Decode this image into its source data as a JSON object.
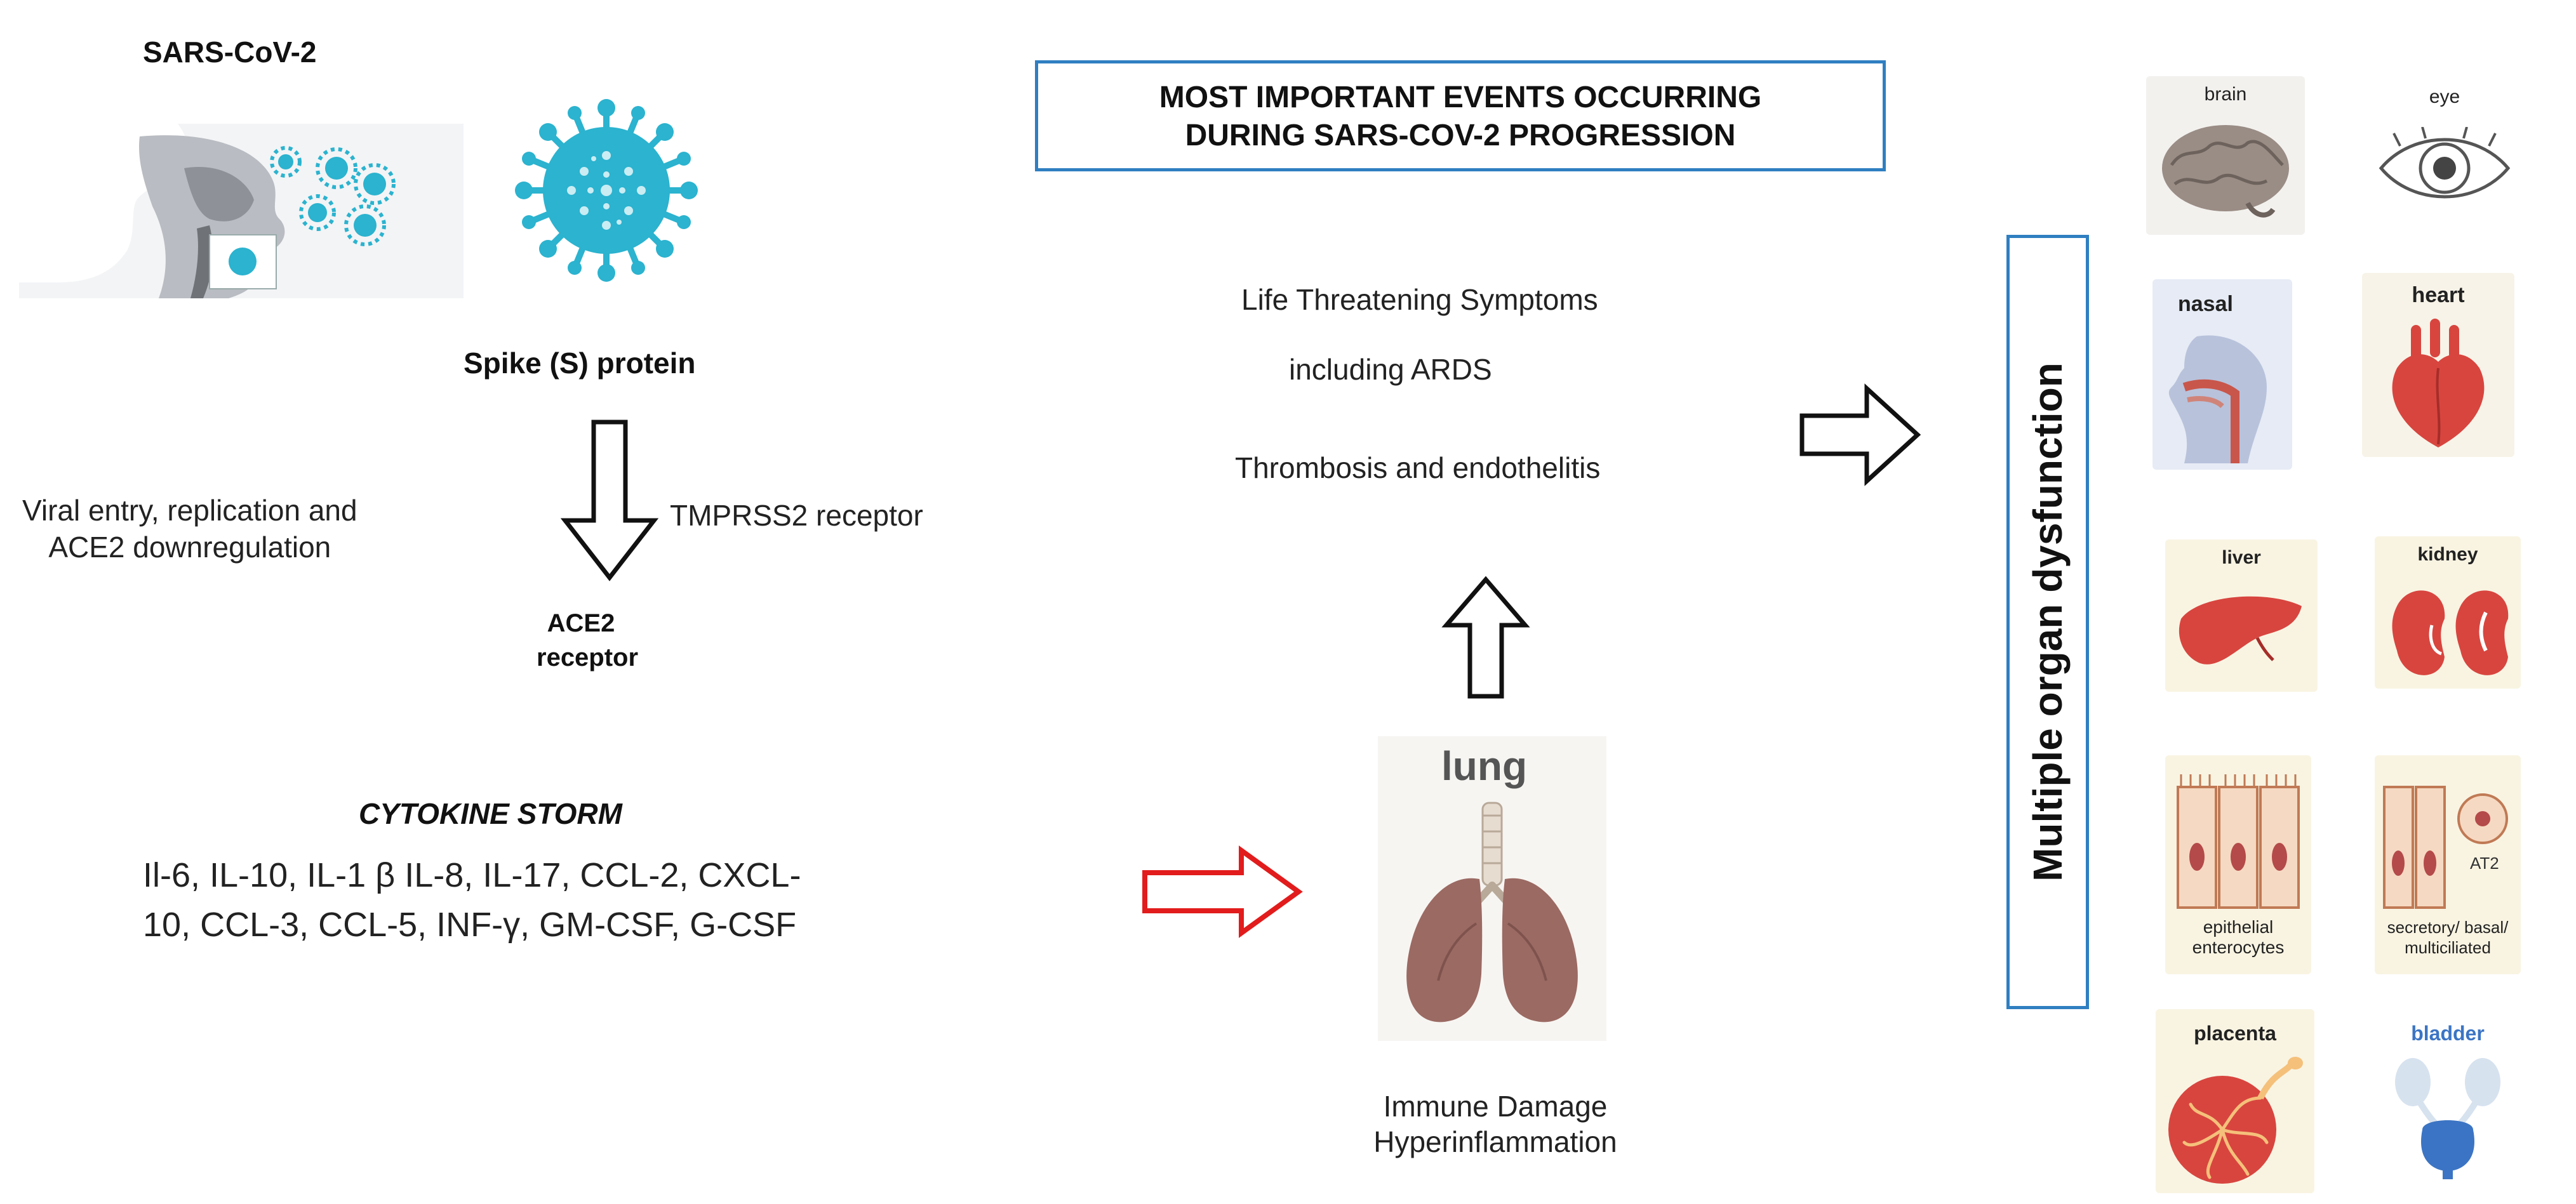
{
  "virus_title": "SARS-CoV-2",
  "spike_label": "Spike (S) protein",
  "viral_entry_label": [
    "Viral entry, replication and",
    "ACE2 downregulation"
  ],
  "tmprss2_label": "TMPRSS2 receptor",
  "ace2_label": [
    "ACE2",
    "receptor"
  ],
  "cytokine_title": "CYTOKINE STORM",
  "cytokine_list": [
    "Il-6, IL-10, IL-1 β IL-8, IL-17, CCL-2, CXCL-",
    "10, CCL-3, CCL-5, INF-γ, GM-CSF, G-CSF"
  ],
  "events_box": [
    "MOST IMPORTANT EVENTS OCCURRING",
    "DURING SARS-COV-2 PROGRESSION"
  ],
  "symptoms": [
    "Life Threatening Symptoms",
    "including ARDS",
    "Thrombosis and endothelitis"
  ],
  "lung_label": "lung",
  "immune_label": [
    "Immune Damage",
    "Hyperinflammation"
  ],
  "organ_box_title": "Multiple organ dysfunction",
  "organs": {
    "brain": "brain",
    "eye": "eye",
    "nasal": "nasal",
    "heart": "heart",
    "liver": "liver",
    "kidney": "kidney",
    "epithelial": [
      "epithelial",
      "enterocytes"
    ],
    "at2": "AT2",
    "secretory": [
      "secretory/ basal/",
      "multiciliated"
    ],
    "placenta": "placenta",
    "bladder": "bladder"
  },
  "colors": {
    "virus": "#2bb3cf",
    "box_border": "#2f7fc1",
    "cytokine_arrow": "#e21c1c",
    "organ_red": "#d8453f"
  }
}
